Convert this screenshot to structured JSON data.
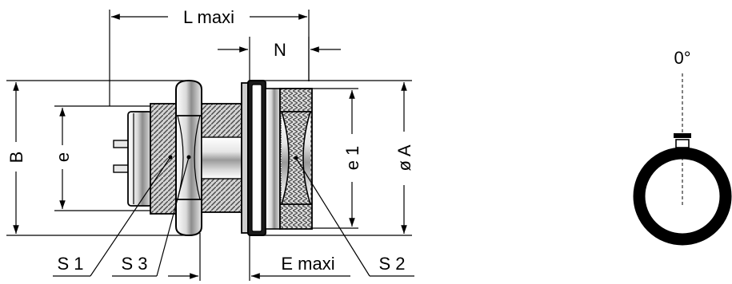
{
  "labels": {
    "l_maxi": "L maxi",
    "n": "N",
    "b": "B",
    "e": "e",
    "e1": "e 1",
    "a": "ø A",
    "e_maxi": "E maxi",
    "s1": "S 1",
    "s2": "S 2",
    "s3": "S 3",
    "angle": "0°"
  },
  "colors": {
    "line": "#000000",
    "metal_light": "#f2f2f2",
    "metal_mid": "#bfbfbf",
    "metal_dark": "#7a7a7a"
  }
}
